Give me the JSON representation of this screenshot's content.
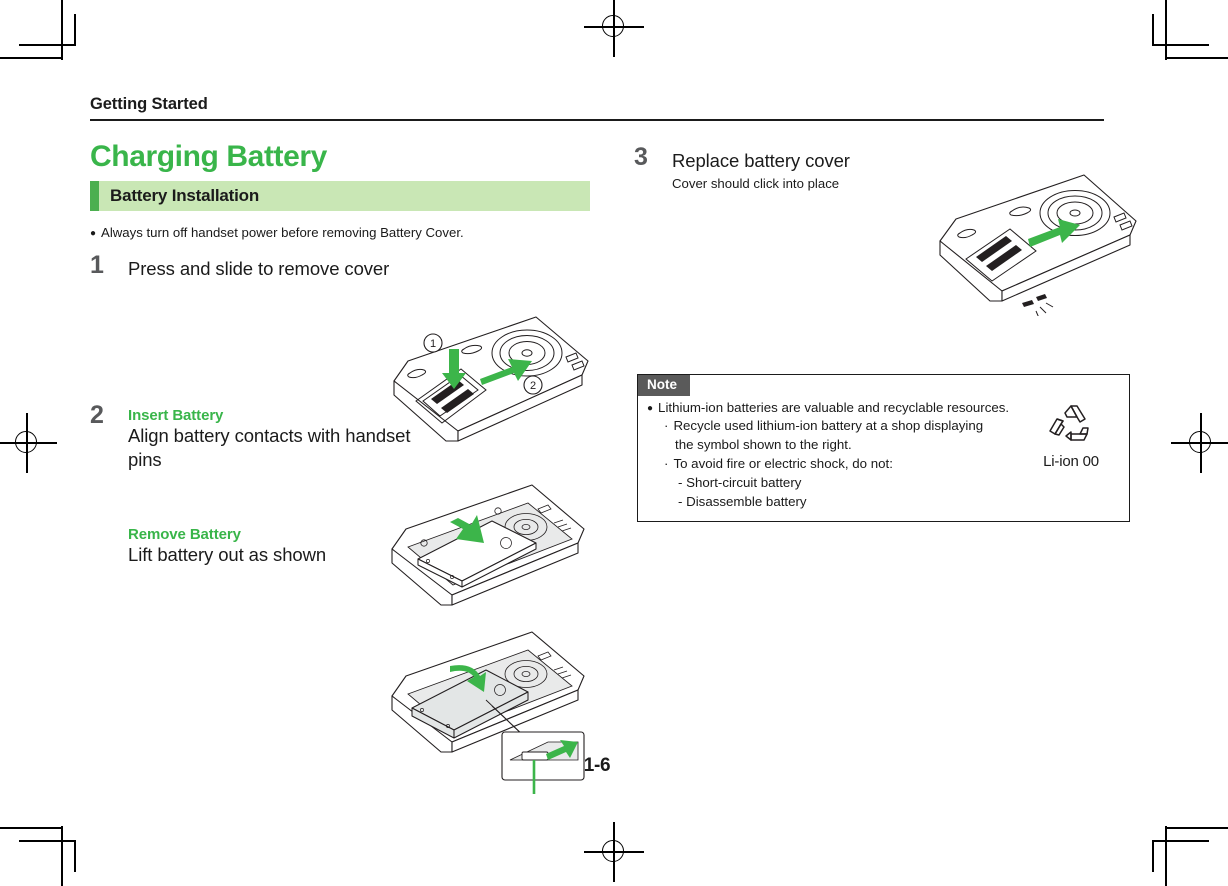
{
  "document": {
    "running_head": "Getting Started",
    "chapter_title": "Charging Battery",
    "section_title": "Battery Installation",
    "folio": "1-6"
  },
  "intro": {
    "bullet": "Always turn off handset power before removing Battery Cover."
  },
  "steps": [
    {
      "number": "1",
      "title": "Press and slide to remove cover",
      "figure_callouts": [
        "1",
        "2"
      ]
    },
    {
      "number": "2",
      "sub_head": "Insert Battery",
      "title": "Align battery contacts with handset pins",
      "sub_head_2": "Remove Battery",
      "title_2": "Lift battery out as shown"
    },
    {
      "number": "3",
      "title": "Replace battery cover",
      "sub": "Cover should click into place"
    }
  ],
  "note": {
    "label": "Note",
    "bullet": "Lithium-ion batteries are valuable and recyclable resources.",
    "sub_items": [
      "Recycle used lithium-ion battery at a shop displaying",
      "the symbol shown to the right.",
      "To avoid fire or electric shock, do not:"
    ],
    "dash_items": [
      "- Short-circuit battery",
      "- Disassemble battery"
    ],
    "recycle_label": "Li-ion  00"
  },
  "colors": {
    "accent_green": "#39b54a",
    "bar_green": "#c9e7b5",
    "bar_accent": "#4caf50",
    "note_tab": "#5a5a5a",
    "text": "#1b1b1b"
  }
}
